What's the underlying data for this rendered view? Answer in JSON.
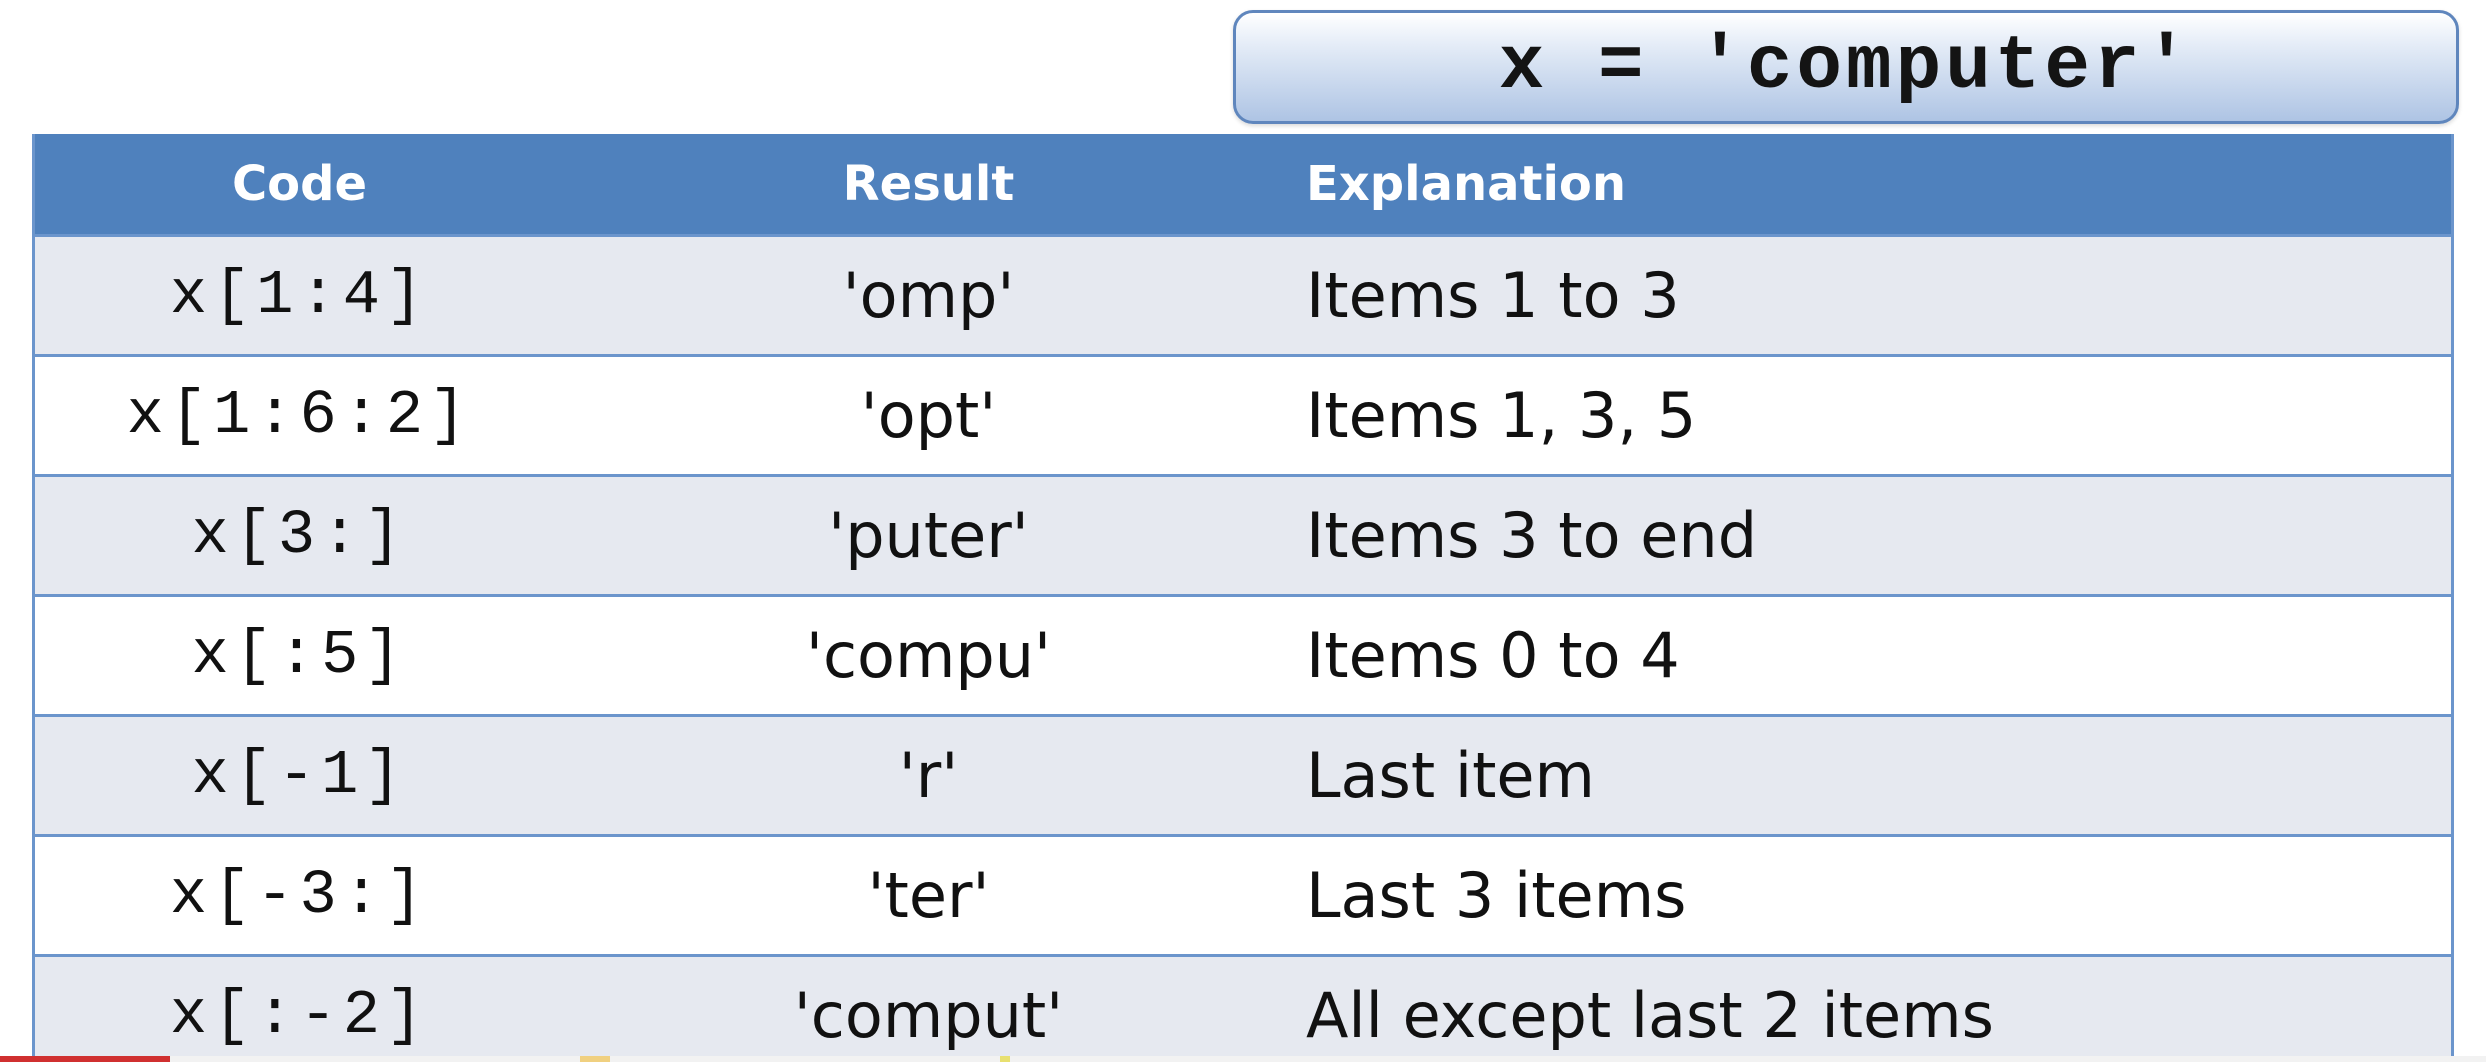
{
  "header_box": {
    "text": "x = 'computer'"
  },
  "table": {
    "columns": [
      "Code",
      "Result",
      "Explanation"
    ],
    "rows": [
      {
        "code": "x[1:4]",
        "result": "'omp'",
        "explanation": "Items 1 to 3"
      },
      {
        "code": "x[1:6:2]",
        "result": "'opt'",
        "explanation": "Items 1, 3, 5"
      },
      {
        "code": "x[3:]",
        "result": "'puter'",
        "explanation": "Items 3 to end"
      },
      {
        "code": "x[:5]",
        "result": "'compu'",
        "explanation": "Items 0 to 4"
      },
      {
        "code": "x[-1]",
        "result": "'r'",
        "explanation": "Last item"
      },
      {
        "code": "x[-3:]",
        "result": "'ter'",
        "explanation": "Last 3 items"
      },
      {
        "code": "x[:-2]",
        "result": "'comput'",
        "explanation": "All except last 2 items"
      }
    ]
  },
  "colors": {
    "header_bg": "#4f81bd",
    "row_odd": "#e6e9f0",
    "row_even": "#ffffff",
    "border": "#6b95cc"
  }
}
